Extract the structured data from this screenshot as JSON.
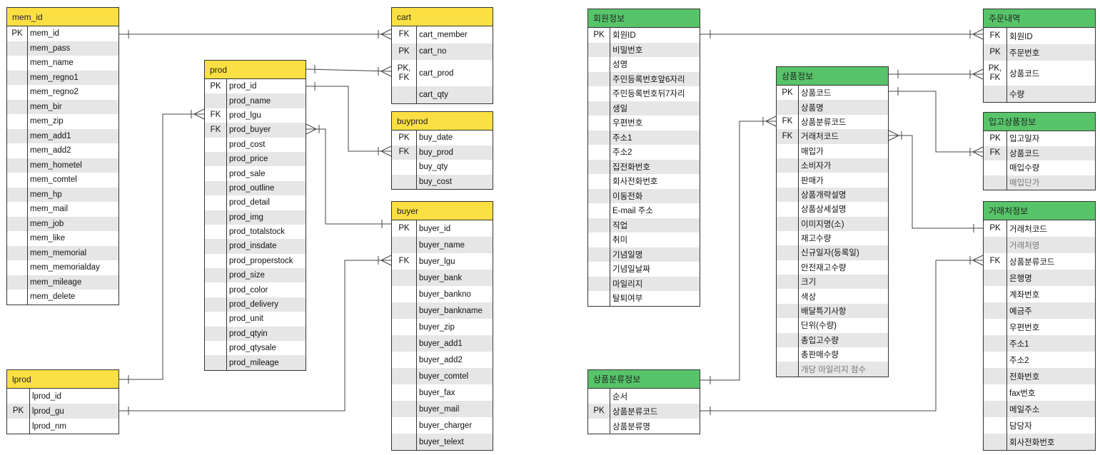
{
  "colors": {
    "yellow": "#fce043",
    "green": "#58c46a",
    "line": "#444444"
  },
  "entities": {
    "mem": {
      "title": "mem_id",
      "fields": [
        {
          "key": "PK",
          "name": "mem_id"
        },
        {
          "key": "",
          "name": "mem_pass"
        },
        {
          "key": "",
          "name": "mem_name"
        },
        {
          "key": "",
          "name": "mem_regno1"
        },
        {
          "key": "",
          "name": "mem_regno2"
        },
        {
          "key": "",
          "name": "mem_bir"
        },
        {
          "key": "",
          "name": "mem_zip"
        },
        {
          "key": "",
          "name": "mem_add1"
        },
        {
          "key": "",
          "name": "mem_add2"
        },
        {
          "key": "",
          "name": "mem_hometel"
        },
        {
          "key": "",
          "name": "mem_comtel"
        },
        {
          "key": "",
          "name": "mem_hp"
        },
        {
          "key": "",
          "name": "mem_mail"
        },
        {
          "key": "",
          "name": "mem_job"
        },
        {
          "key": "",
          "name": "mem_like"
        },
        {
          "key": "",
          "name": "mem_memorial"
        },
        {
          "key": "",
          "name": "mem_memorialday"
        },
        {
          "key": "",
          "name": "mem_mileage"
        },
        {
          "key": "",
          "name": "mem_delete"
        }
      ]
    },
    "prod": {
      "title": "prod",
      "fields": [
        {
          "key": "PK",
          "name": "prod_id"
        },
        {
          "key": "",
          "name": "prod_name"
        },
        {
          "key": "FK",
          "name": "prod_lgu"
        },
        {
          "key": "FK",
          "name": "prod_buyer"
        },
        {
          "key": "",
          "name": "prod_cost"
        },
        {
          "key": "",
          "name": "prod_price"
        },
        {
          "key": "",
          "name": "prod_sale"
        },
        {
          "key": "",
          "name": "prod_outline"
        },
        {
          "key": "",
          "name": "prod_detail"
        },
        {
          "key": "",
          "name": "prod_img"
        },
        {
          "key": "",
          "name": "prod_totalstock"
        },
        {
          "key": "",
          "name": "prod_insdate"
        },
        {
          "key": "",
          "name": "prod_properstock"
        },
        {
          "key": "",
          "name": "prod_size"
        },
        {
          "key": "",
          "name": "prod_color"
        },
        {
          "key": "",
          "name": "prod_delivery"
        },
        {
          "key": "",
          "name": "prod_unit"
        },
        {
          "key": "",
          "name": "prod_qtyin"
        },
        {
          "key": "",
          "name": "prod_qtysale"
        },
        {
          "key": "",
          "name": "prod_mileage"
        }
      ]
    },
    "cart": {
      "title": "cart",
      "fields": [
        {
          "key": "FK",
          "name": "cart_member"
        },
        {
          "key": "PK",
          "name": "cart_no"
        },
        {
          "key": "PK,\nFK",
          "name": "cart_prod"
        },
        {
          "key": "",
          "name": "cart_qty"
        }
      ]
    },
    "buyprod": {
      "title": "buyprod",
      "fields": [
        {
          "key": "PK",
          "name": "buy_date"
        },
        {
          "key": "FK",
          "name": "buy_prod"
        },
        {
          "key": "",
          "name": "buy_qty"
        },
        {
          "key": "",
          "name": "buy_cost"
        }
      ]
    },
    "buyer": {
      "title": "buyer",
      "fields": [
        {
          "key": "PK",
          "name": "buyer_id"
        },
        {
          "key": "",
          "name": "buyer_name"
        },
        {
          "key": "FK",
          "name": "buyer_lgu"
        },
        {
          "key": "",
          "name": "buyer_bank"
        },
        {
          "key": "",
          "name": "buyer_bankno"
        },
        {
          "key": "",
          "name": "buyer_bankname"
        },
        {
          "key": "",
          "name": "buyer_zip"
        },
        {
          "key": "",
          "name": "buyer_add1"
        },
        {
          "key": "",
          "name": "buyer_add2"
        },
        {
          "key": "",
          "name": "buyer_comtel"
        },
        {
          "key": "",
          "name": "buyer_fax"
        },
        {
          "key": "",
          "name": "buyer_mail"
        },
        {
          "key": "",
          "name": "buyer_charger"
        },
        {
          "key": "",
          "name": "buyer_telext"
        }
      ]
    },
    "lprod": {
      "title": "lprod",
      "fields": [
        {
          "key": "",
          "name": "lprod_id"
        },
        {
          "key": "PK",
          "name": "lprod_gu"
        },
        {
          "key": "",
          "name": "lprod_nm"
        }
      ]
    },
    "member_kr": {
      "title": "회원정보",
      "fields": [
        {
          "key": "PK",
          "name": "회원ID"
        },
        {
          "key": "",
          "name": "비밀번호"
        },
        {
          "key": "",
          "name": "성명"
        },
        {
          "key": "",
          "name": "주민등록번호앞6자리"
        },
        {
          "key": "",
          "name": "주민등록번호뒤7자리"
        },
        {
          "key": "",
          "name": "생일"
        },
        {
          "key": "",
          "name": "우편번호"
        },
        {
          "key": "",
          "name": "주소1"
        },
        {
          "key": "",
          "name": "주소2"
        },
        {
          "key": "",
          "name": "집전화번호"
        },
        {
          "key": "",
          "name": "회사전화번호"
        },
        {
          "key": "",
          "name": "이동전화"
        },
        {
          "key": "",
          "name": "E-mail 주소"
        },
        {
          "key": "",
          "name": "직업"
        },
        {
          "key": "",
          "name": "취미"
        },
        {
          "key": "",
          "name": "기념일명"
        },
        {
          "key": "",
          "name": "기념일날짜"
        },
        {
          "key": "",
          "name": "마일리지"
        },
        {
          "key": "",
          "name": "탈퇴여부"
        }
      ]
    },
    "product_kr": {
      "title": "상품정보",
      "fields": [
        {
          "key": "PK",
          "name": "상품코드"
        },
        {
          "key": "",
          "name": "상품명"
        },
        {
          "key": "FK",
          "name": "상품분류코드"
        },
        {
          "key": "FK",
          "name": "거래처코드"
        },
        {
          "key": "",
          "name": "매입가"
        },
        {
          "key": "",
          "name": "소비자가"
        },
        {
          "key": "",
          "name": "판매가"
        },
        {
          "key": "",
          "name": "상품개략설명"
        },
        {
          "key": "",
          "name": "상품상세설명"
        },
        {
          "key": "",
          "name": "이미지명(소)"
        },
        {
          "key": "",
          "name": "재고수량"
        },
        {
          "key": "",
          "name": "신규일자(등록일)"
        },
        {
          "key": "",
          "name": "안전재고수량"
        },
        {
          "key": "",
          "name": "크기"
        },
        {
          "key": "",
          "name": "색상"
        },
        {
          "key": "",
          "name": "배달특기사항"
        },
        {
          "key": "",
          "name": "단위(수량)"
        },
        {
          "key": "",
          "name": "총입고수량"
        },
        {
          "key": "",
          "name": "총판매수량"
        },
        {
          "key": "",
          "name": "개당 마일리지 점수",
          "dim": true
        }
      ]
    },
    "order_kr": {
      "title": "주문내역",
      "fields": [
        {
          "key": "FK",
          "name": "회원ID"
        },
        {
          "key": "PK",
          "name": "주문번호"
        },
        {
          "key": "PK,\nFK",
          "name": "상품코드"
        },
        {
          "key": "",
          "name": "수량"
        }
      ]
    },
    "stock_kr": {
      "title": "입고상품정보",
      "fields": [
        {
          "key": "PK",
          "name": "입고일자"
        },
        {
          "key": "FK",
          "name": "상품코드"
        },
        {
          "key": "",
          "name": "매입수량"
        },
        {
          "key": "",
          "name": "매입단가",
          "dim": true
        }
      ]
    },
    "vendor_kr": {
      "title": "거래처정보",
      "fields": [
        {
          "key": "PK",
          "name": "거래처코드"
        },
        {
          "key": "",
          "name": "거래처명",
          "dim": true
        },
        {
          "key": "FK",
          "name": "상품분류코드"
        },
        {
          "key": "",
          "name": "은행명"
        },
        {
          "key": "",
          "name": "계좌번호"
        },
        {
          "key": "",
          "name": "예금주"
        },
        {
          "key": "",
          "name": "우편번호"
        },
        {
          "key": "",
          "name": "주소1"
        },
        {
          "key": "",
          "name": "주소2"
        },
        {
          "key": "",
          "name": "전화번호"
        },
        {
          "key": "",
          "name": "fax번호"
        },
        {
          "key": "",
          "name": "메일주소"
        },
        {
          "key": "",
          "name": "담당자"
        },
        {
          "key": "",
          "name": "회사전화번호"
        }
      ]
    },
    "category_kr": {
      "title": "상품분류정보",
      "fields": [
        {
          "key": "",
          "name": "순서"
        },
        {
          "key": "PK",
          "name": "상품분류코드"
        },
        {
          "key": "",
          "name": "상품분류명"
        }
      ]
    }
  }
}
